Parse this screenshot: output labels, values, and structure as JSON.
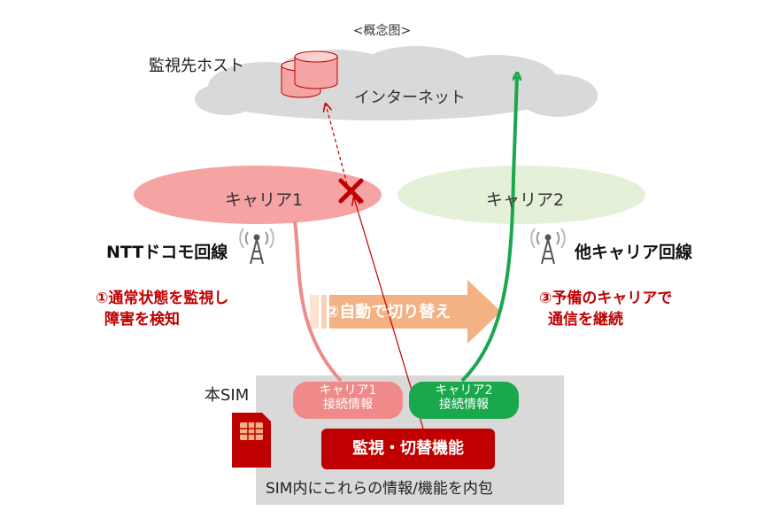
{
  "title": "<概念图>",
  "host": {
    "label": "監視先ホスト"
  },
  "internet": {
    "label": "インターネット"
  },
  "carrier1": {
    "label": "キャリア1",
    "line_label": "NTTドコモ回線"
  },
  "carrier2": {
    "label": "キャリア2",
    "line_label": "他キャリア回線"
  },
  "steps": {
    "step1": [
      "①通常状態を監視し",
      "障害を検知"
    ],
    "step2": "②自動で切り替え",
    "step3": [
      "③予備のキャリアで",
      "通信を継続"
    ]
  },
  "sim": {
    "label": "本SIM",
    "carrier1_info": [
      "キャリア1",
      "接続情報"
    ],
    "carrier2_info": [
      "キャリア2",
      "接続情報"
    ],
    "function_label": "監視・切替機能",
    "footer": "SIM内にこれらの情報/機能を内包"
  },
  "colors": {
    "red": "#c00000",
    "pink": "#f5a3a3",
    "green": "#19a84b",
    "light_green": "#e4f0d8",
    "gray": "#d9d9d9",
    "orange": "#f4b183"
  }
}
